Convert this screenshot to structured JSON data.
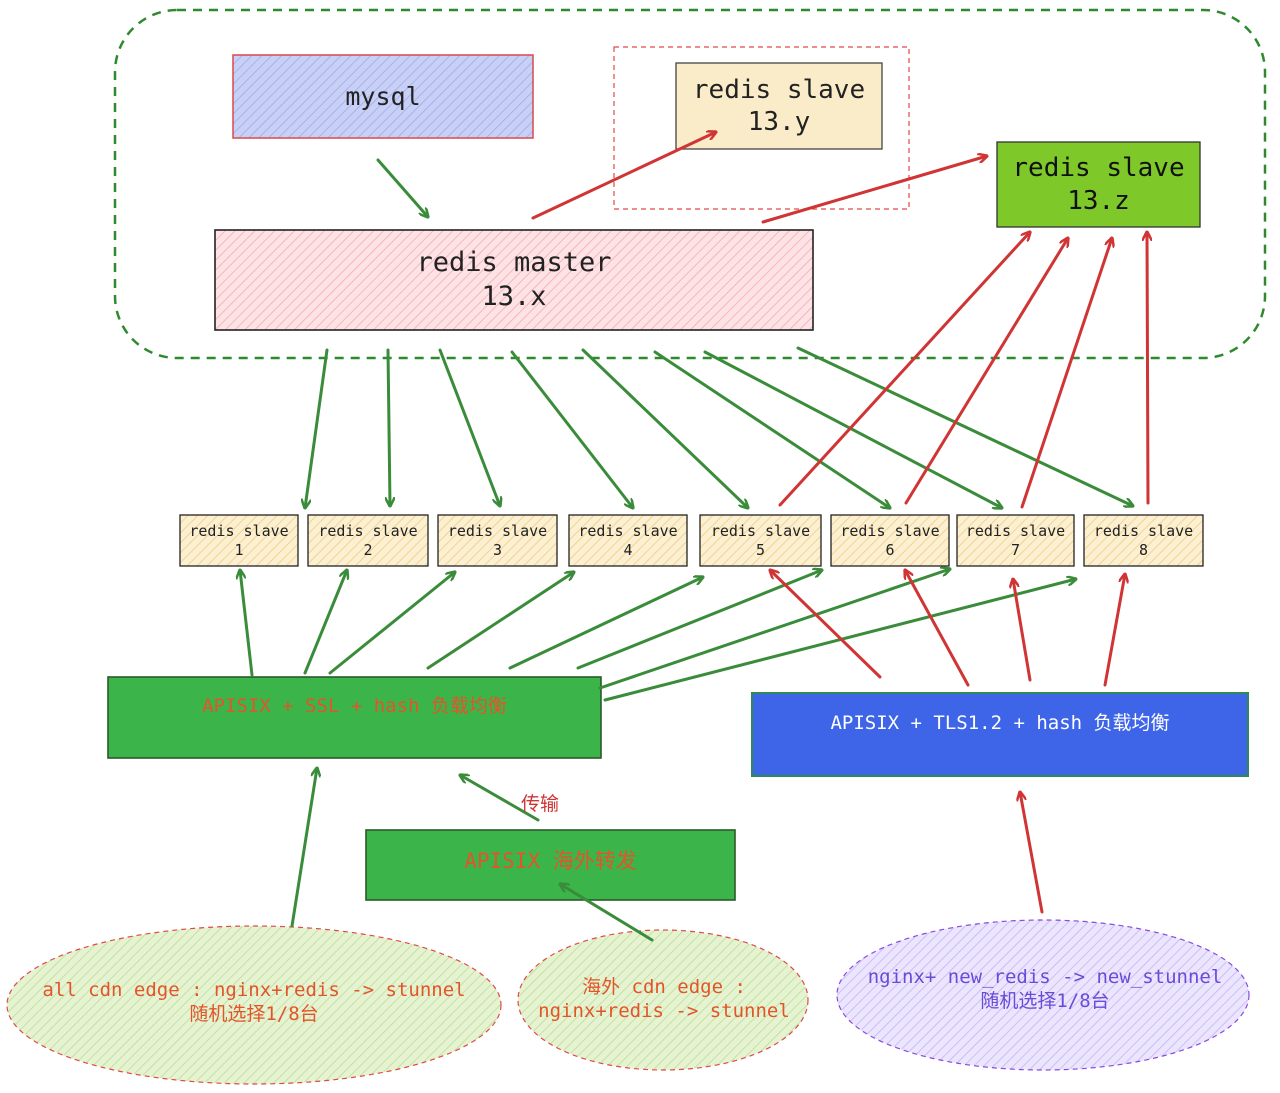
{
  "colors": {
    "green": "#3a8c3a",
    "red": "#d03434",
    "boundary": "#2f8a2f",
    "mysql_fill": "#c8d0f5",
    "mysql_border": "#d94a4a",
    "master_fill": "#fbd3d6",
    "slave_fill": "#faecc9",
    "slave_z_fill": "#7ec82a",
    "apisix_green": "#3bb54a",
    "apisix_blue": "#3e65e8",
    "text_orange": "#e2552a",
    "ellipse_green_fill": "#dcefbd",
    "ellipse_purple_fill": "#e0d8fb"
  },
  "nodes": {
    "mysql": "mysql",
    "redis_slave_13y": "redis slave\n13.y",
    "redis_slave_13z": "redis slave\n13.z",
    "redis_master": "redis master\n13.x",
    "slaves": [
      "redis slave\n1",
      "redis slave\n2",
      "redis slave\n3",
      "redis slave\n4",
      "redis slave\n5",
      "redis slave\n6",
      "redis slave\n7",
      "redis slave\n8"
    ],
    "apisix_ssl": "APISIX + SSL + hash 负载均衡",
    "apisix_tls": "APISIX + TLS1.2 + hash 负载均衡",
    "apisix_overseas": "APISIX 海外转发",
    "transfer_label": "传输",
    "edge_all": "all cdn edge : nginx+redis -> stunnel\n随机选择1/8台",
    "edge_overseas": "海外 cdn edge :\nnginx+redis -> stunnel",
    "edge_new": "nginx+ new_redis -> new_stunnel\n随机选择1/8台"
  }
}
